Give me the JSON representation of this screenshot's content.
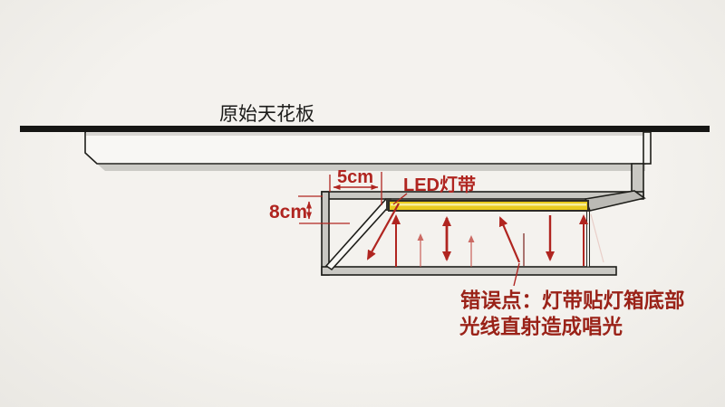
{
  "diagram": {
    "ceiling_label": "原始天花板",
    "led_strip_label": "LED灯带",
    "width_dimension": "5cm",
    "height_dimension": "8cm",
    "error_note_line1": "错误点：灯带贴灯箱底部",
    "error_note_line2": "光线直射造成唱光"
  },
  "colors": {
    "background": "#f2f0ec",
    "ceiling_black": "#161614",
    "panel_white": "#f8f7f4",
    "structure_gray": "#c9c8c3",
    "underside_gray": "#cccbc6",
    "outline_dark": "#1e1e1a",
    "led_yellow": "#e9cb1e",
    "led_highlight": "#f7ef9e",
    "annotation_red": "#b02520",
    "light_ray_thin_red": "#c4534b",
    "error_text_red": "#9a2218"
  }
}
